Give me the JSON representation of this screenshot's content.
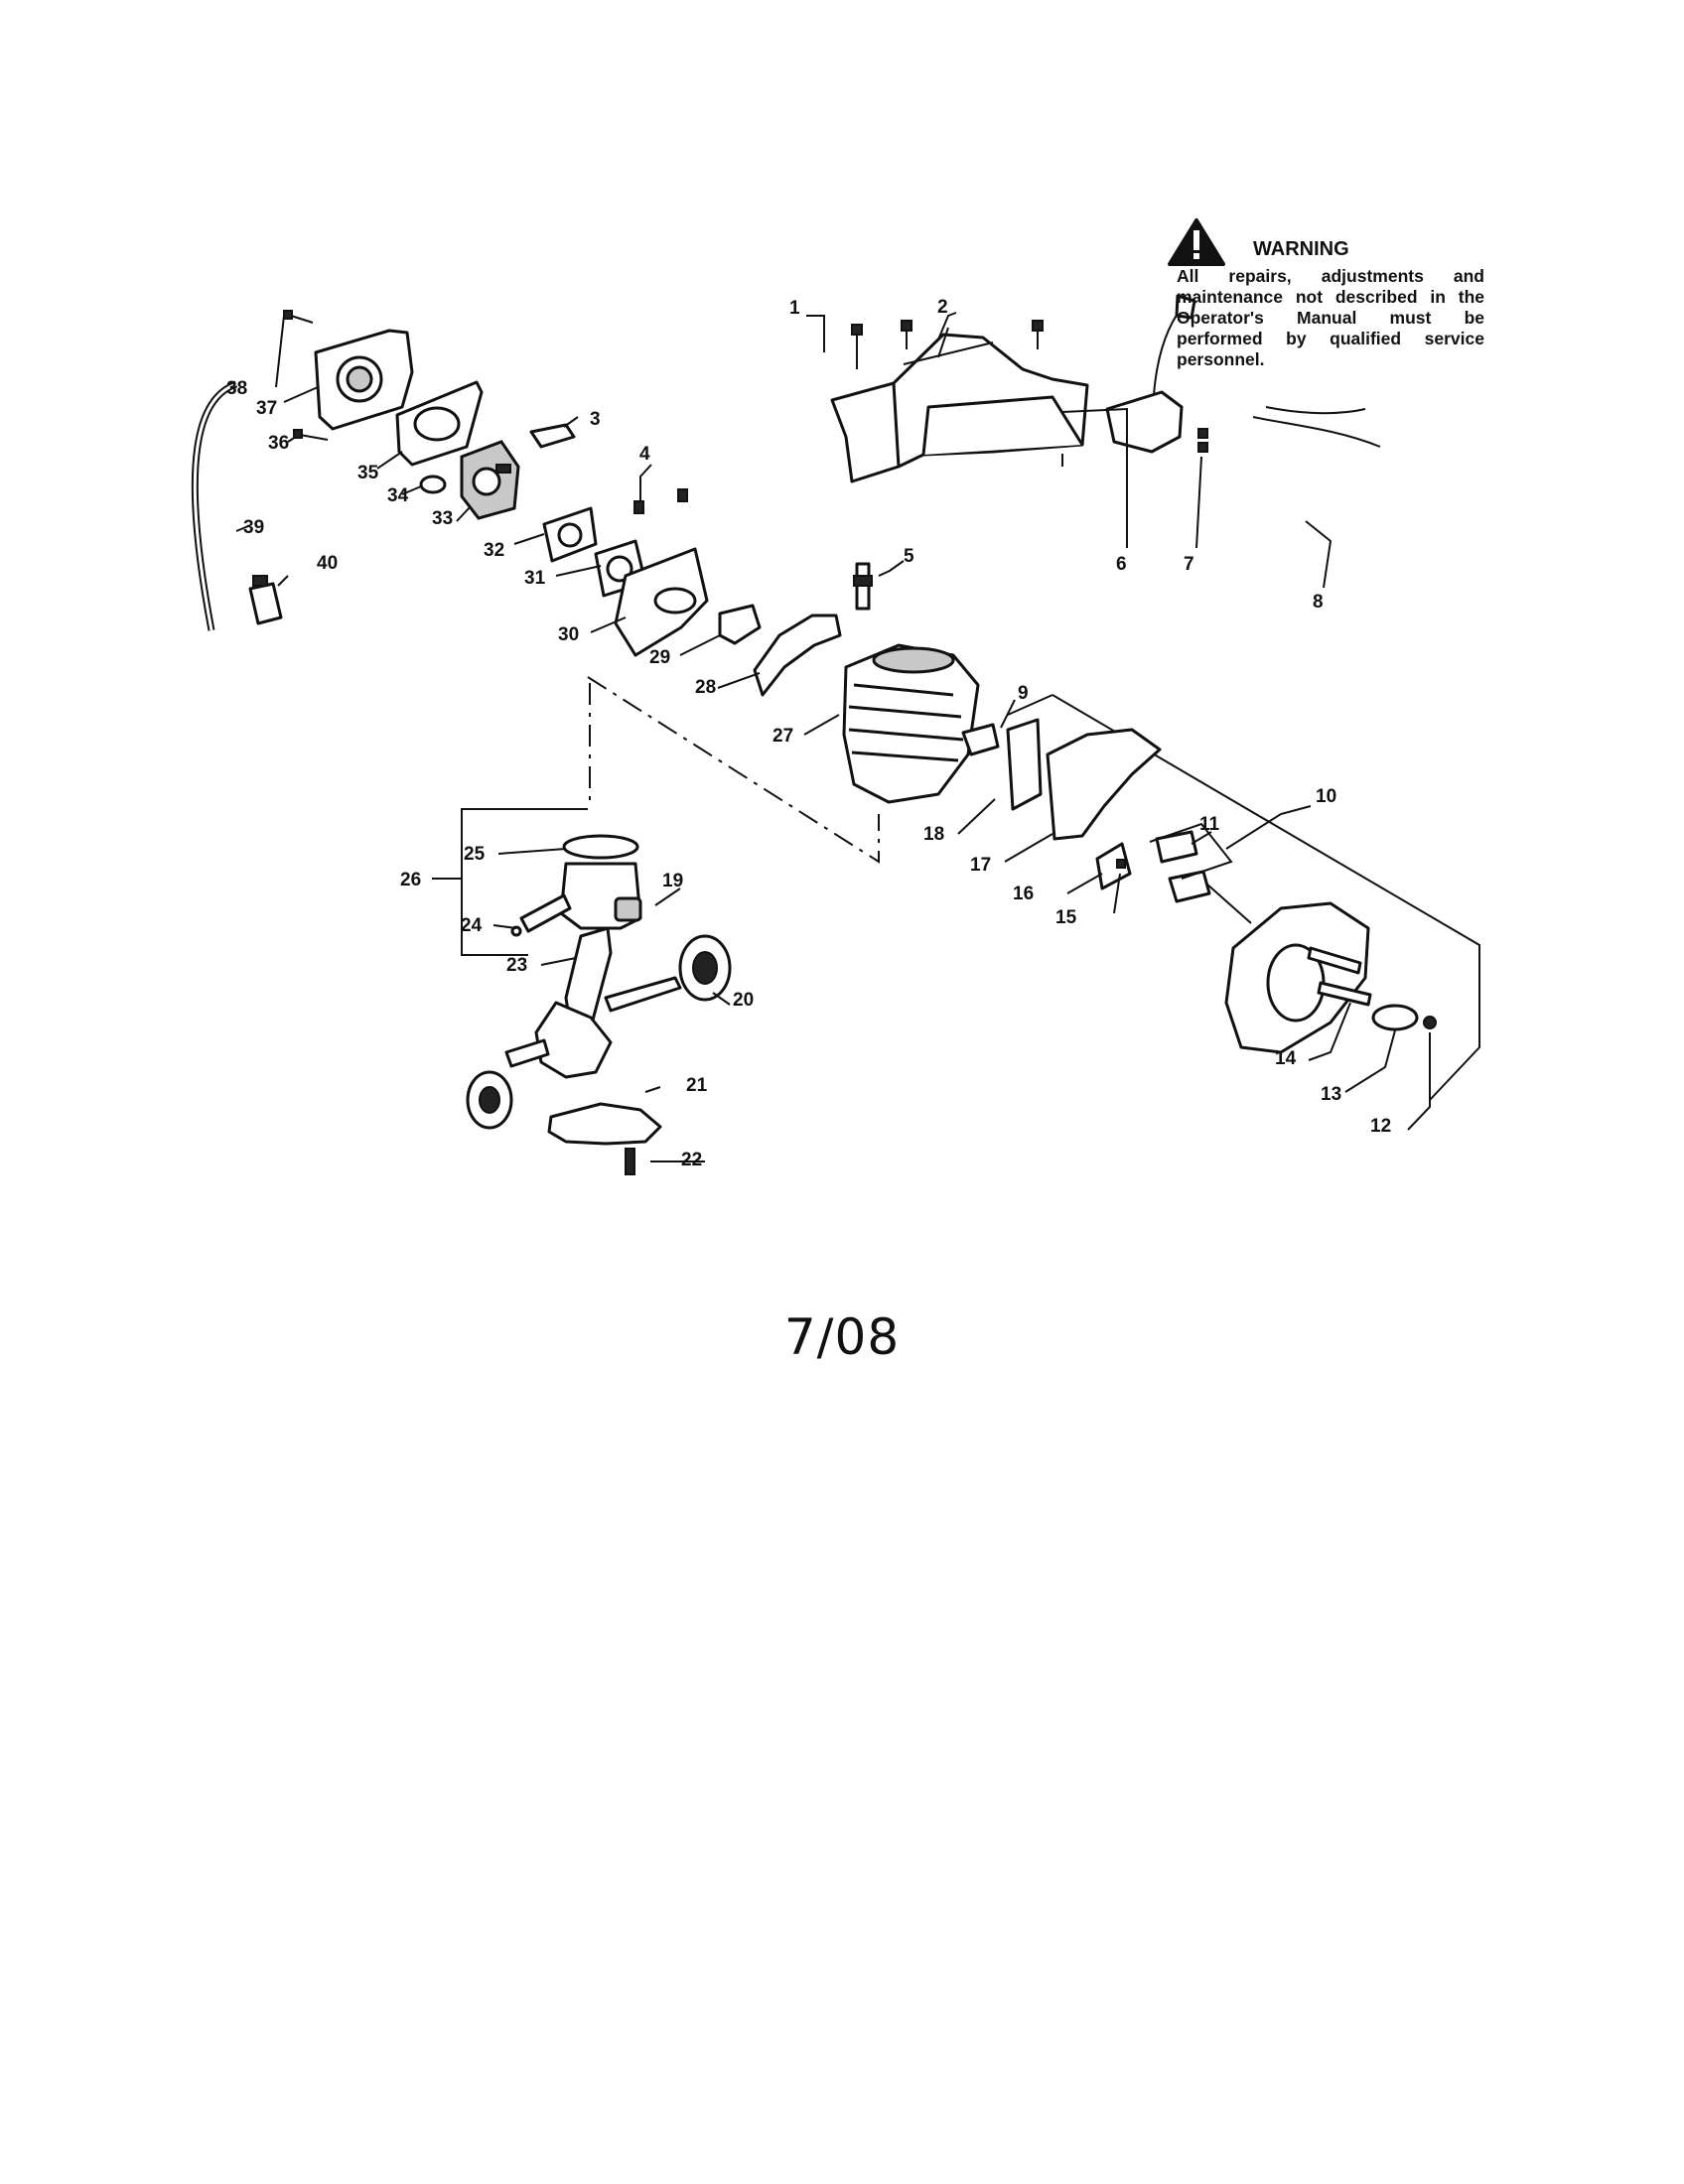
{
  "warning": {
    "icon": "warning-triangle-icon",
    "title": "WARNING",
    "text": "All repairs, adjustments and maintenance not described in the Operator's Manual must be performed by qualified service personnel."
  },
  "footer": {
    "date": "7/08"
  },
  "callouts": [
    "1",
    "2",
    "3",
    "4",
    "5",
    "6",
    "7",
    "8",
    "9",
    "10",
    "11",
    "12",
    "13",
    "14",
    "15",
    "16",
    "17",
    "18",
    "19",
    "20",
    "21",
    "22",
    "23",
    "24",
    "25",
    "26",
    "27",
    "28",
    "29",
    "30",
    "31",
    "32",
    "33",
    "34",
    "35",
    "36",
    "37",
    "38",
    "39",
    "40"
  ]
}
